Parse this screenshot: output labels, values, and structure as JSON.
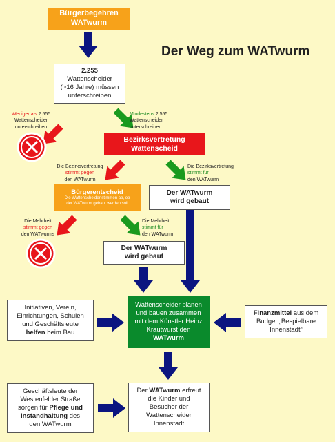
{
  "title": "Der Weg zum WATwurm",
  "start": {
    "line1": "Bürgerbegehren",
    "line2": "WATwurm"
  },
  "signatures": {
    "number": "2.255",
    "l1": "Wattenscheider",
    "l2": "(>16 Jahre) müssen",
    "l3": "unterschreiben"
  },
  "left_branch": {
    "r1": "Weniger als",
    "r1b": "2.555",
    "l2": "Wattenscheider",
    "l3": "unterschreiben"
  },
  "right_branch": {
    "g1": "Mindestens",
    "g1b": "2.555",
    "l2": "Wattenscheider",
    "l3": "unterschreiben"
  },
  "council": {
    "line1": "Bezirksvertretung",
    "line2": "Wattenscheid"
  },
  "council_left": {
    "l1": "Die Bezirksvertretung",
    "r2": "stimmt gegen",
    "l3": "den WATwurm"
  },
  "council_right": {
    "l1": "Die Bezirksvertretung",
    "g2": "stimmt für",
    "l3": "den WATwurm"
  },
  "referendum": {
    "title": "Bürgerentscheid",
    "sub1": "Die Wattenscheider stimmen ab, ob",
    "sub2": "der WATwurm gebaut werden soll"
  },
  "built1": {
    "l1": "Der WATwurm",
    "l2": "wird gebaut"
  },
  "ref_left": {
    "l1": "Die Mehrheit",
    "r2": "stimmt gegen",
    "l3": "den WATwurms"
  },
  "ref_right": {
    "l1": "Die Mehrheit",
    "g2": "stimmt für",
    "l3": "den WATwurm"
  },
  "built2": {
    "l1": "Der WATwurm",
    "l2": "wird gebaut"
  },
  "helpers": {
    "l1": "Initiativen, Verein,",
    "l2": "Einrichtungen, Schulen",
    "l3": "und Geschäftsleute",
    "bold": "helfen",
    "l4rest": " beim Bau"
  },
  "build": {
    "l1": "Wattenscheider planen",
    "l2": "und bauen zusammen",
    "l3": "mit dem Künstler Heinz",
    "l4": "Krautwurst den",
    "l5": "WATwurm"
  },
  "funds": {
    "bold": "Finanzmittel",
    "l1rest": " aus dem",
    "l2": "Budget „Bespielbare",
    "l3": "Innenstadt“"
  },
  "maintain": {
    "l1": "Geschäftsleute der",
    "l2": "Westenfelder Straße",
    "l3a": "sorgen für ",
    "b1": "Pflege und",
    "b2": "Instandhaltung",
    "l4rest": " des",
    "l5": "den WATwurm"
  },
  "joy": {
    "a": "Der ",
    "bold": "WATwurm",
    "arest": " erfreut",
    "l2": "die Kinder und",
    "l3": "Besucher der",
    "l4": "Wattenscheider",
    "l5": "Innenstadt"
  },
  "colors": {
    "navy": "#0b1580",
    "red": "#e8161b",
    "green": "#0a8a2c",
    "orange": "#f7a21a"
  }
}
